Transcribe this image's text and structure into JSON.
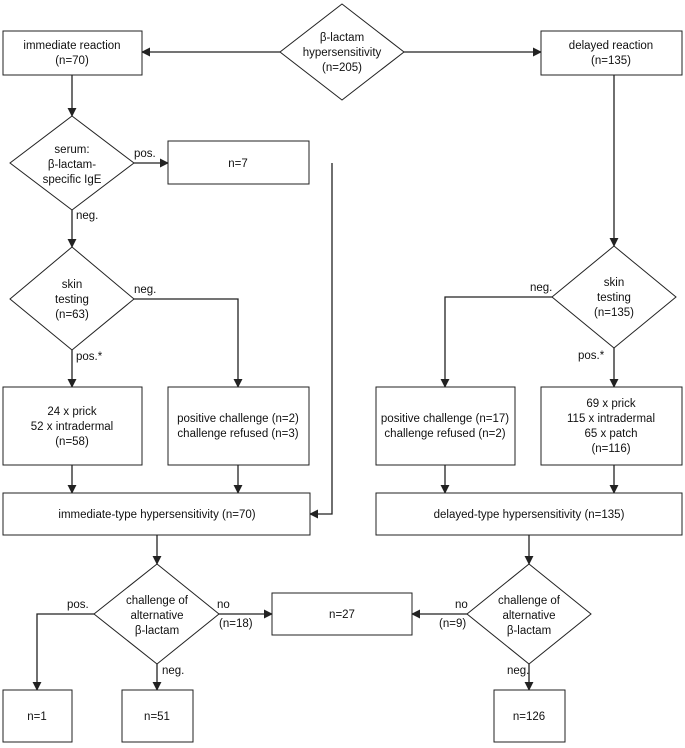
{
  "nodes": {
    "start": {
      "lines": [
        "β-lactam",
        "hypersensitivity",
        "(n=205)"
      ]
    },
    "immediate": {
      "lines": [
        "immediate reaction",
        "(n=70)"
      ]
    },
    "delayed": {
      "lines": [
        "delayed reaction",
        "(n=135)"
      ]
    },
    "serum": {
      "lines": [
        "serum:",
        "β-lactam-",
        "specific IgE"
      ]
    },
    "n7": {
      "lines": [
        "n=7"
      ]
    },
    "skin_imm": {
      "lines": [
        "skin",
        "testing",
        "(n=63)"
      ]
    },
    "skin_del": {
      "lines": [
        "skin",
        "testing",
        "(n=135)"
      ]
    },
    "prick_imm": {
      "lines": [
        "24 x prick",
        "52 x intradermal",
        "(n=58)"
      ]
    },
    "challenge_imm": {
      "lines": [
        "positive challenge (n=2)",
        "challenge refused (n=3)"
      ]
    },
    "challenge_del": {
      "lines": [
        "positive challenge (n=17)",
        "challenge refused (n=2)"
      ]
    },
    "prick_del": {
      "lines": [
        "69 x prick",
        "115 x intradermal",
        "65 x patch",
        "(n=116)"
      ]
    },
    "imm_type": {
      "lines": [
        "immediate-type hypersensitivity (n=70)"
      ]
    },
    "del_type": {
      "lines": [
        "delayed-type hypersensitivity (n=135)"
      ]
    },
    "alt_imm": {
      "lines": [
        "challenge of",
        "alternative",
        "β-lactam"
      ]
    },
    "alt_del": {
      "lines": [
        "challenge of",
        "alternative",
        "β-lactam"
      ]
    },
    "n27": {
      "lines": [
        "n=27"
      ]
    },
    "n1": {
      "lines": [
        "n=1"
      ]
    },
    "n51": {
      "lines": [
        "n=51"
      ]
    },
    "n126": {
      "lines": [
        "n=126"
      ]
    }
  },
  "edge_labels": {
    "serum_pos": "pos.",
    "serum_neg": "neg.",
    "skin_imm_neg": "neg.",
    "skin_imm_pos": "pos.*",
    "skin_del_neg": "neg.",
    "skin_del_pos": "pos.*",
    "alt_imm_pos": "pos.",
    "alt_imm_no": "no",
    "alt_imm_no_count": "(n=18)",
    "alt_imm_neg": "neg.",
    "alt_del_no": "no",
    "alt_del_no_count": "(n=9)",
    "alt_del_neg": "neg."
  }
}
